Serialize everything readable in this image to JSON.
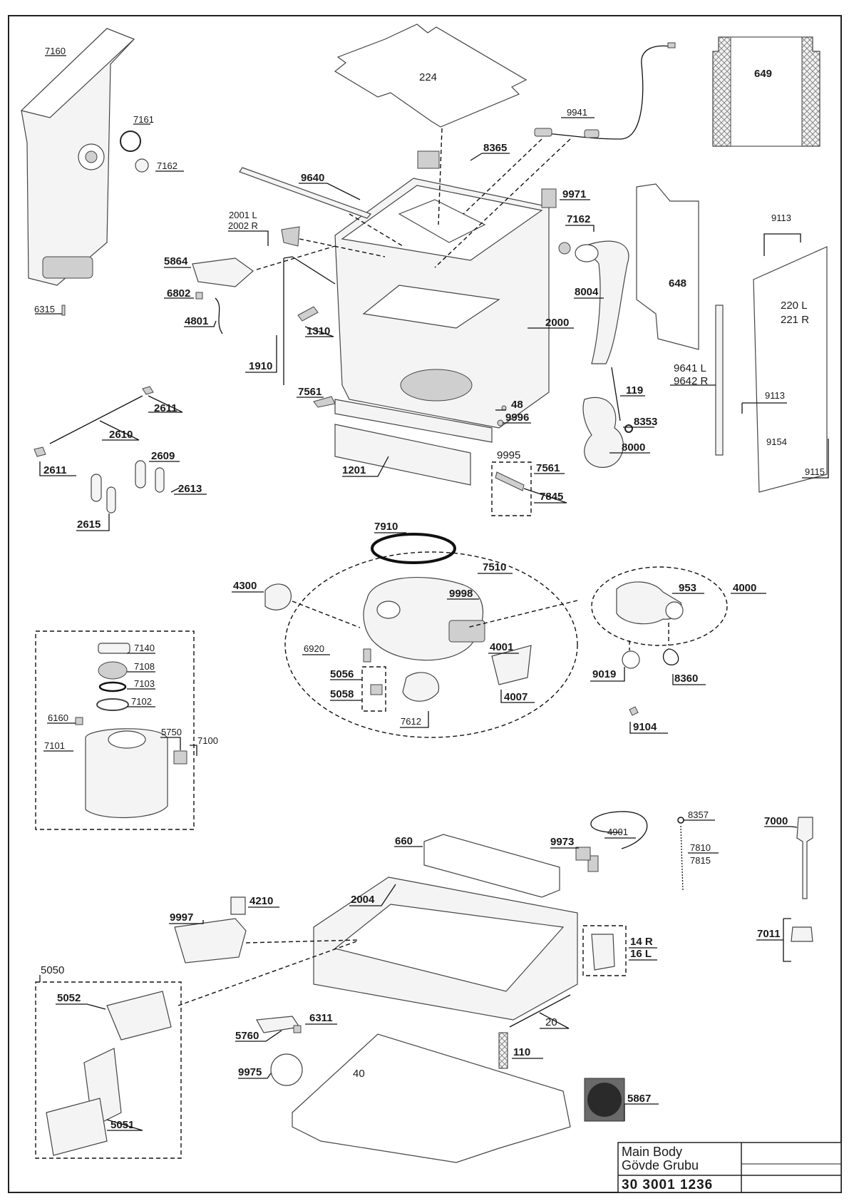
{
  "title_block": {
    "line1": "Main Body",
    "line2": "Gövde Grubu",
    "code": "30 3001 1236"
  },
  "parts": {
    "p7160": "7160",
    "p7161": "7161",
    "p7162a": "7162",
    "p6315": "6315",
    "p224": "224",
    "p9941": "9941",
    "p649": "649",
    "p8365": "8365",
    "p9640": "9640",
    "p9971": "9971",
    "p2001": "2001 L",
    "p2002": "2002 R",
    "p7162b": "7162",
    "p9113a": "9113",
    "p5864": "5864",
    "p6802": "6802",
    "p4801": "4801",
    "p1310": "1310",
    "p2000": "2000",
    "p8004": "8004",
    "p648": "648",
    "p220": "220 L",
    "p221": "221 R",
    "p1910": "1910",
    "p9641": "9641 L",
    "p9642": "9642 R",
    "p2611a": "2611",
    "p7561a": "7561",
    "p119": "119",
    "p9113b": "9113",
    "p48": "48",
    "p9996": "9996",
    "p8353": "8353",
    "p9154": "9154",
    "p2610": "2610",
    "p8000": "8000",
    "p2611b": "2611",
    "p2609": "2609",
    "p1201": "1201",
    "p9995": "9995",
    "p7561b": "7561",
    "p9115": "9115",
    "p2613": "2613",
    "p7845": "7845",
    "p2615": "2615",
    "p7910": "7910",
    "p7510": "7510",
    "p4300": "4300",
    "p9998": "9998",
    "p953": "953",
    "p4000": "4000",
    "p7140": "7140",
    "p7108": "7108",
    "p6920": "6920",
    "p4001": "4001",
    "p7103": "7103",
    "p5056": "5056",
    "p9019": "9019",
    "p8360": "8360",
    "p7102": "7102",
    "p5058": "5058",
    "p4007": "4007",
    "p6160": "6160",
    "p7612": "7612",
    "p9104": "9104",
    "p5750": "5750",
    "p7100": "7100",
    "p7101": "7101",
    "p8357": "8357",
    "p7000": "7000",
    "p660": "660",
    "p9973": "9973",
    "p4901": "4901",
    "p7810": "7810",
    "p7815": "7815",
    "p4210": "4210",
    "p2004": "2004",
    "p9997": "9997",
    "p7011": "7011",
    "p14": "14 R",
    "p16": "16 L",
    "p5050": "5050",
    "p5052": "5052",
    "p6311": "6311",
    "p20": "20",
    "p5760": "5760",
    "p110": "110",
    "p9975": "9975",
    "p40": "40",
    "p5867": "5867",
    "p5051": "5051"
  }
}
